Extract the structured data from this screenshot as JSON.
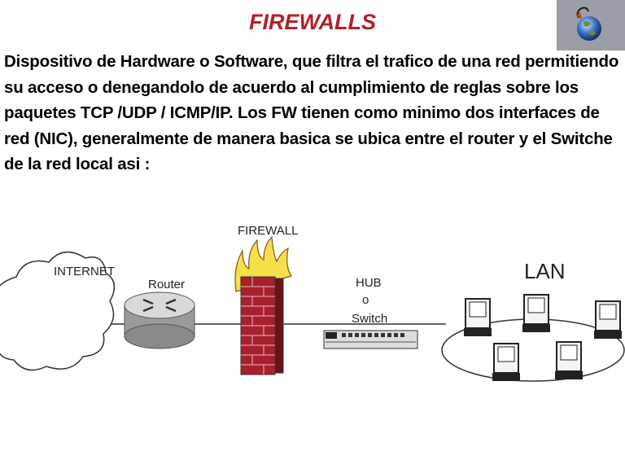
{
  "slide": {
    "title": "FIREWALLS",
    "body": "Dispositivo de Hardware o Software, que filtra el trafico de una red permitiendo su acceso o denegandolo de acuerdo al cumplimiento de reglas sobre los paquetes TCP /UDP / ICMP/IP. Los FW tienen como minimo dos interfaces de red (NIC), generalmente de manera basica se ubica entre el router y el Switche de la red  local asi :"
  },
  "diagram": {
    "labels": {
      "internet": "INTERNET",
      "router": "Router",
      "firewall": "FIREWALL",
      "hub_line1": "HUB",
      "hub_line2": "o",
      "hub_line3": "Switch",
      "lan": "LAN"
    }
  },
  "colors": {
    "title": "#b3202a",
    "firewall_brick": "#a8202e",
    "flame": "#f5e04a",
    "logo_bg": "#9a9ea6"
  },
  "icons": [
    "globe-icon",
    "cloud-icon",
    "router-icon",
    "firewall-icon",
    "switch-icon",
    "computer-icon"
  ]
}
